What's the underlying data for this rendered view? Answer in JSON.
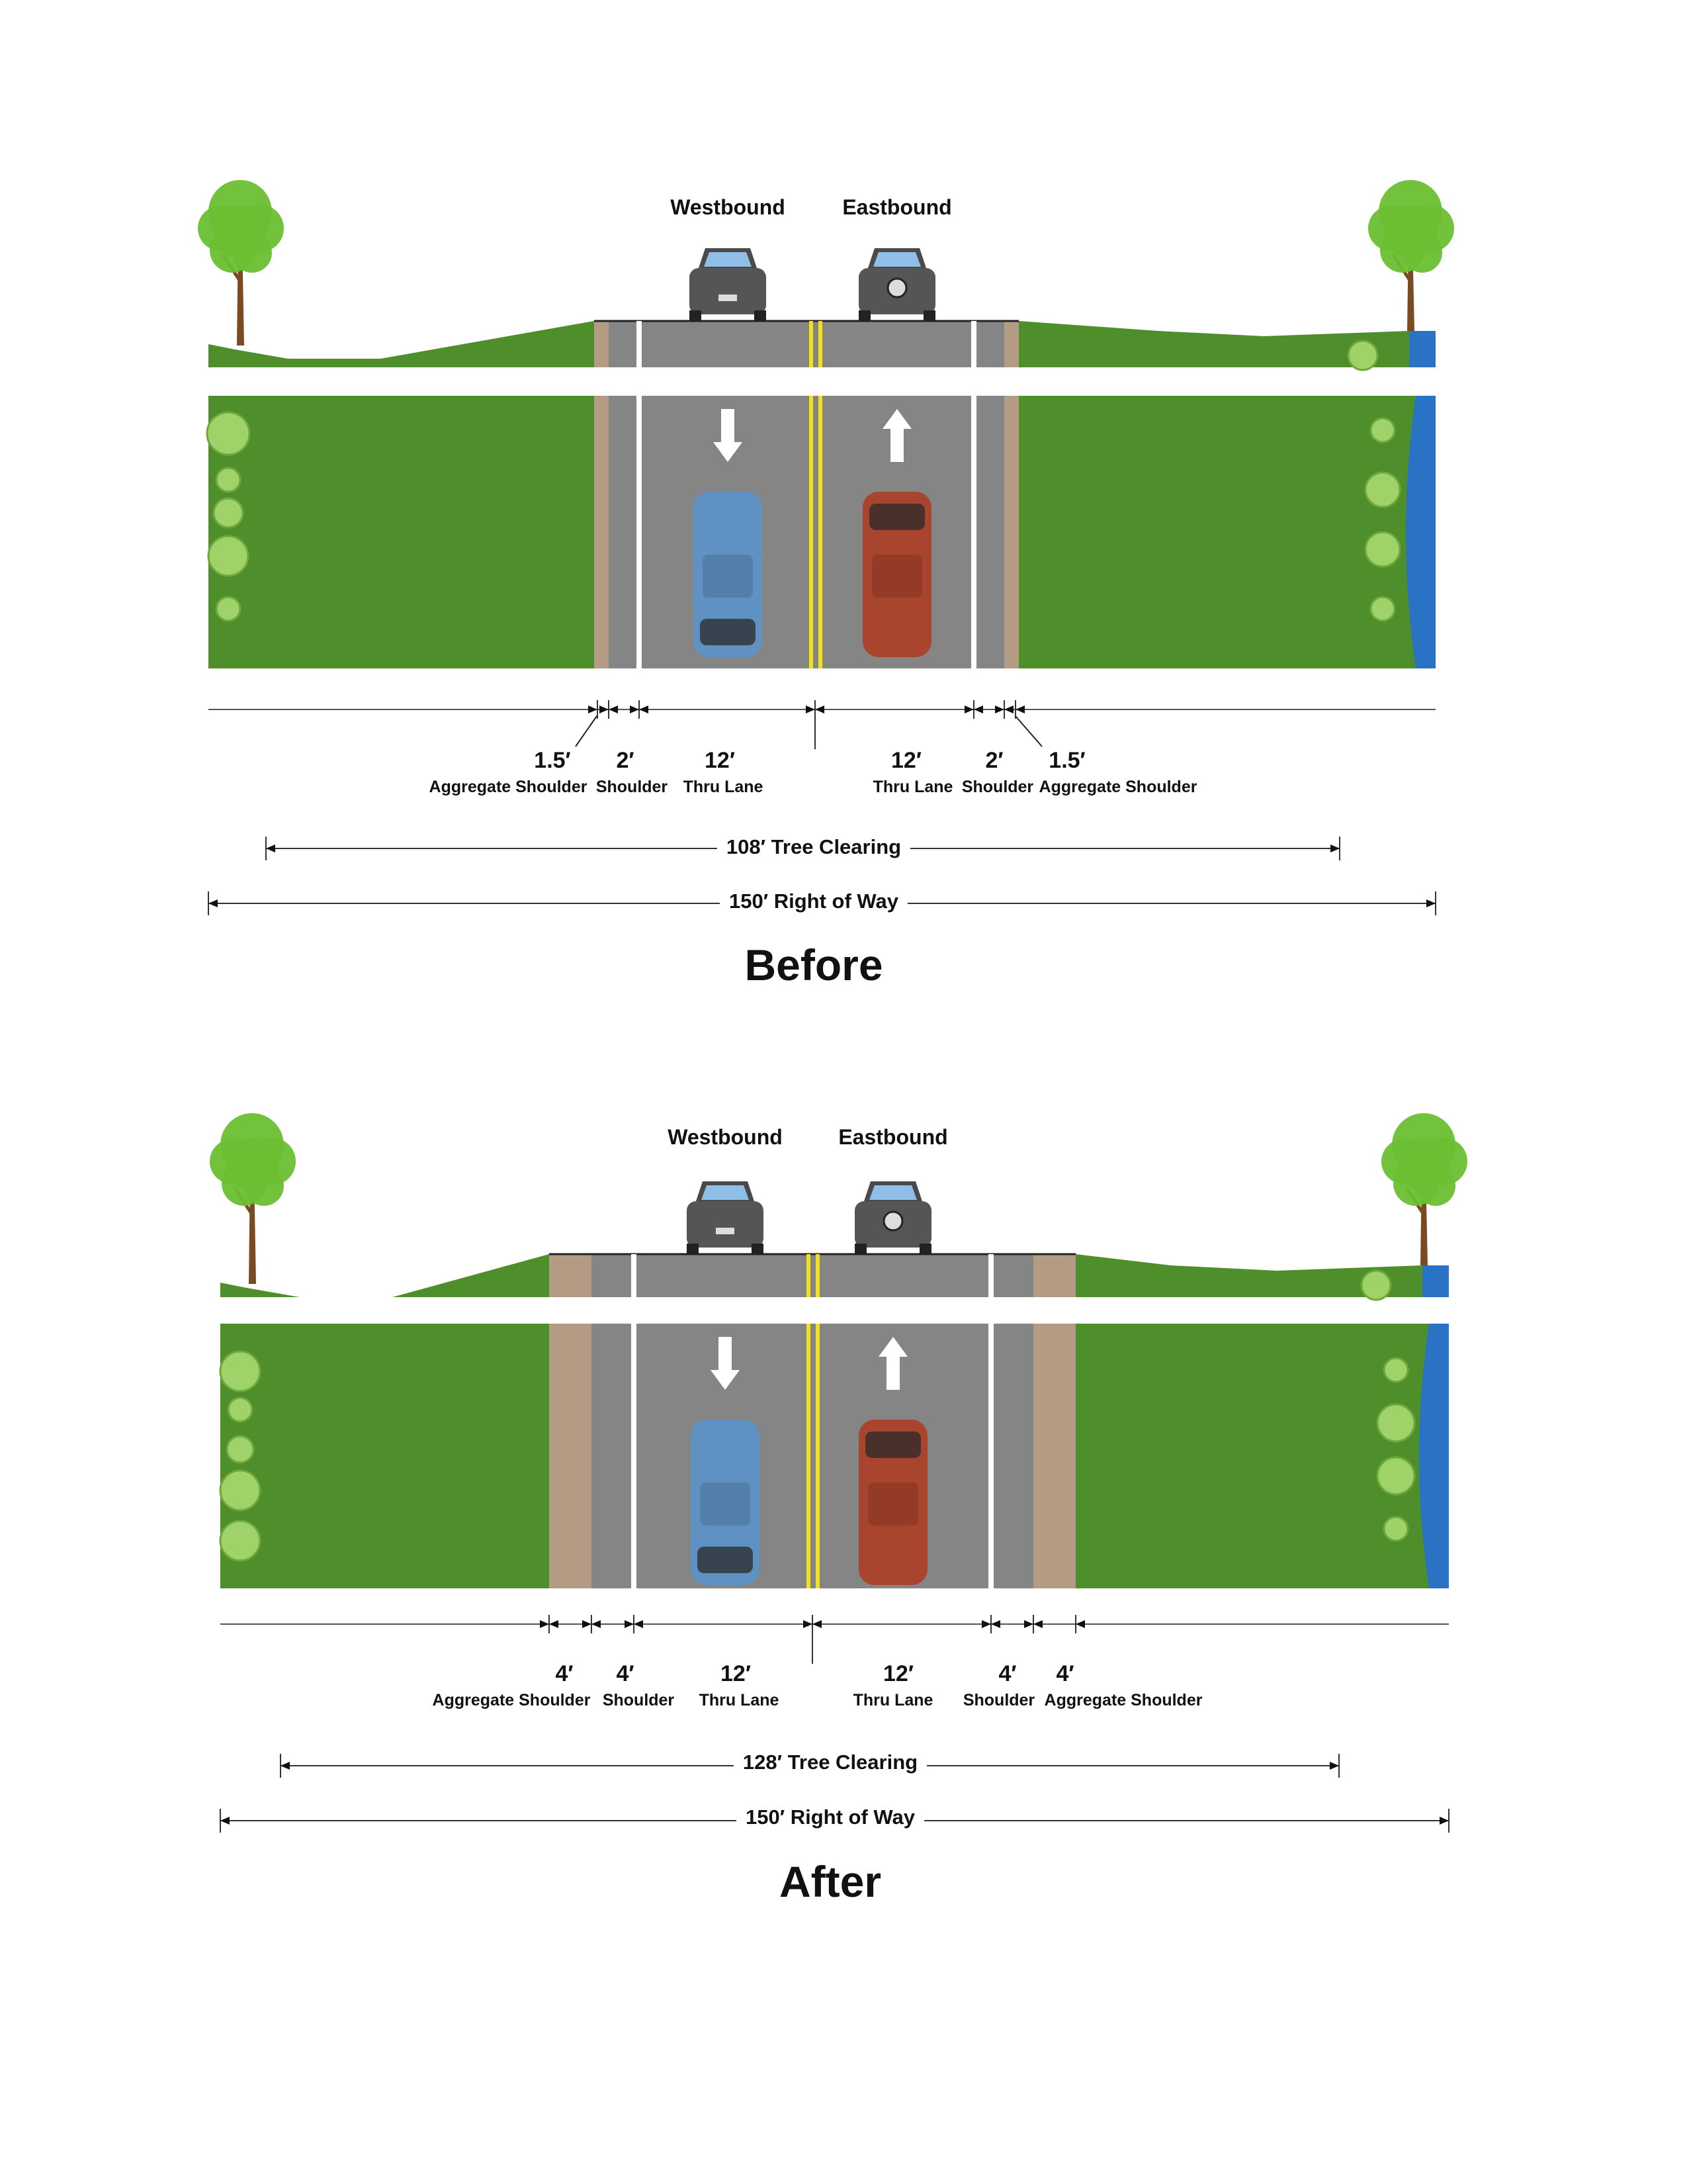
{
  "colors": {
    "grass": "#4f8f2b",
    "grass_dark": "#3a7420",
    "asphalt": "#858585",
    "aggregate": "#b49c84",
    "water": "#2a72c4",
    "yellow_line": "#f2e11a",
    "tree_foliage": "#6bbf32",
    "tree_trunk": "#7a4a22",
    "westbound_car": "#5f92c2",
    "eastbound_car": "#a9442e"
  },
  "before": {
    "westbound": "Westbound",
    "eastbound": "Eastbound",
    "dims": [
      {
        "value": "1.5′",
        "name": "Aggregate Shoulder"
      },
      {
        "value": "2′",
        "name": "Shoulder"
      },
      {
        "value": "12′",
        "name": "Thru Lane"
      },
      {
        "value": "12′",
        "name": "Thru Lane"
      },
      {
        "value": "2′",
        "name": "Shoulder"
      },
      {
        "value": "1.5′",
        "name": "Aggregate Shoulder"
      }
    ],
    "tree_clearing": "108′ Tree Clearing",
    "right_of_way": "150′ Right of Way",
    "title": "Before"
  },
  "after": {
    "westbound": "Westbound",
    "eastbound": "Eastbound",
    "dims": [
      {
        "value": "4′",
        "name": "Aggregate Shoulder"
      },
      {
        "value": "4′",
        "name": "Shoulder"
      },
      {
        "value": "12′",
        "name": "Thru Lane"
      },
      {
        "value": "12′",
        "name": "Thru Lane"
      },
      {
        "value": "4′",
        "name": "Shoulder"
      },
      {
        "value": "4′",
        "name": "Aggregate Shoulder"
      }
    ],
    "tree_clearing": "128′ Tree Clearing",
    "right_of_way": "150′ Right of Way",
    "title": "After"
  }
}
